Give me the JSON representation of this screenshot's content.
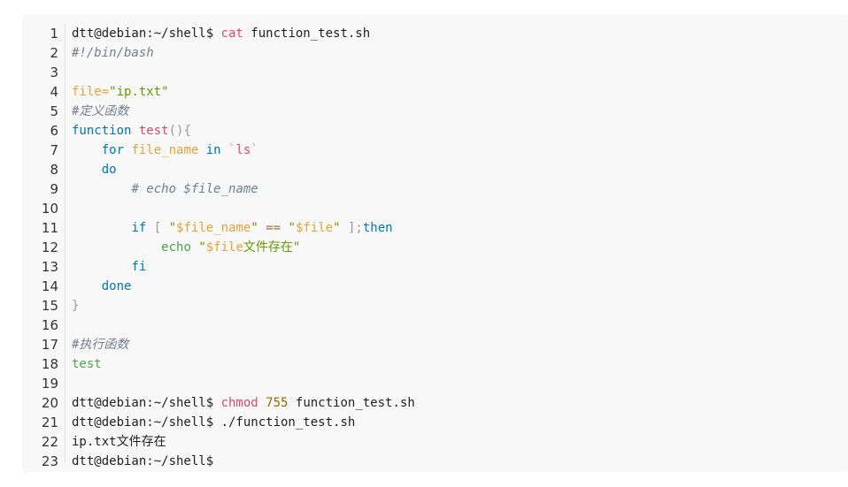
{
  "code": {
    "line_numbers": [
      "1",
      "2",
      "3",
      "4",
      "5",
      "6",
      "7",
      "8",
      "9",
      "10",
      "11",
      "12",
      "13",
      "14",
      "15",
      "16",
      "17",
      "18",
      "19",
      "20",
      "21",
      "22",
      "23"
    ],
    "l1": {
      "prompt": "dtt@debian:~/shell$ ",
      "cmd": "cat",
      "rest": " function_test.sh"
    },
    "l2": {
      "comment": "#!/bin/bash"
    },
    "l4": {
      "var": "file",
      "eq": "=",
      "str": "\"ip.txt\""
    },
    "l5": {
      "comment": "#定义函数"
    },
    "l6": {
      "kw": "function",
      "sp": " ",
      "fn": "test",
      "punc": "(){"
    },
    "l7": {
      "indent": "    ",
      "kw1": "for",
      "sp1": " ",
      "var": "file_name",
      "sp2": " ",
      "kw2": "in",
      "sp3": " ",
      "tick1": "`",
      "cmd": "ls",
      "tick2": "`"
    },
    "l8": {
      "indent": "    ",
      "kw": "do"
    },
    "l9": {
      "indent": "        ",
      "comment": "# echo $file_name"
    },
    "l11": {
      "indent": "        ",
      "kw": "if",
      "sp1": " ",
      "br1": "[",
      "sp2": " ",
      "q1": "\"",
      "v1": "$file_name",
      "q2": "\"",
      "sp3": " ",
      "op": "==",
      "sp4": " ",
      "q3": "\"",
      "v2": "$file",
      "q4": "\"",
      "sp5": " ",
      "br2": "];",
      "kw2": "then"
    },
    "l12": {
      "indent": "            ",
      "echo": "echo",
      "sp": " ",
      "q1": "\"",
      "v": "$file",
      "txt": "文件存在",
      "q2": "\""
    },
    "l13": {
      "indent": "        ",
      "kw": "fi"
    },
    "l14": {
      "indent": "    ",
      "kw": "done"
    },
    "l15": {
      "punc": "}"
    },
    "l17": {
      "comment": "#执行函数"
    },
    "l18": {
      "call": "test"
    },
    "l20": {
      "prompt": "dtt@debian:~/shell$ ",
      "cmd": "chmod",
      "sp": " ",
      "num": "755",
      "rest": " function_test.sh"
    },
    "l21": {
      "prompt": "dtt@debian:~/shell$ ",
      "rest": "./function_test.sh"
    },
    "l22": {
      "text": "ip.txt文件存在"
    },
    "l23": {
      "prompt": "dtt@debian:~/shell$"
    }
  },
  "colors": {
    "background": "#f8f8f8",
    "keyword": "#0077aa",
    "function": "#dd4a68",
    "variable": "#e6a23c",
    "string": "#669900",
    "comment": "#708090"
  }
}
